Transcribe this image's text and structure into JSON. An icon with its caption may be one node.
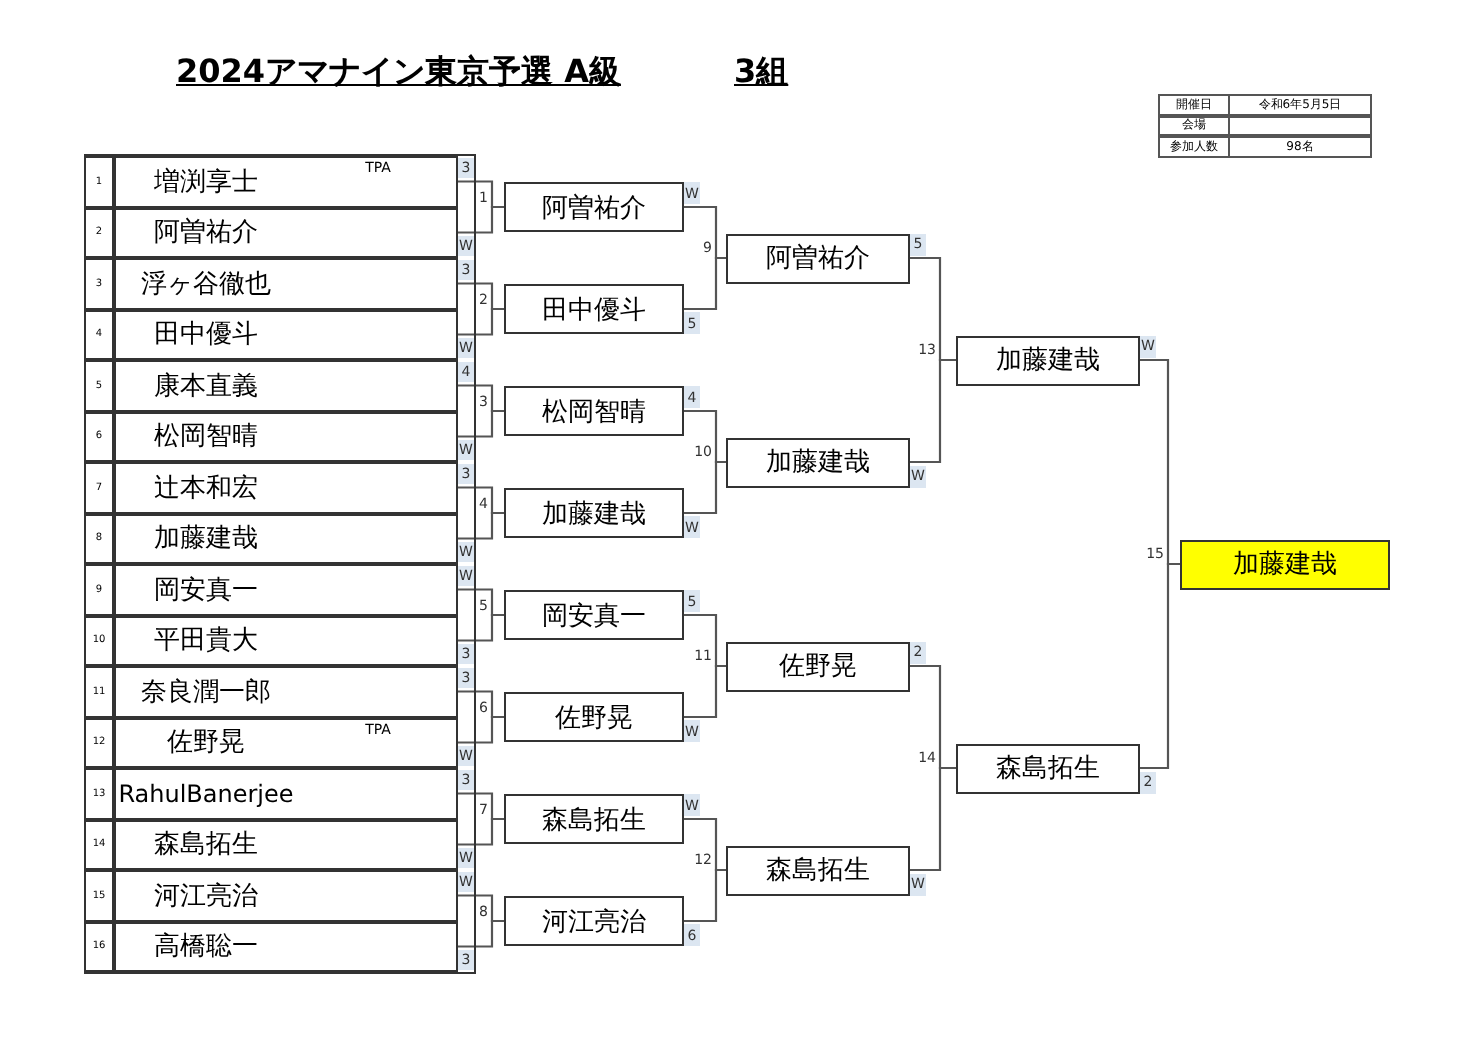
{
  "diagram": {
    "title": "2024アマナイン東京予選 A級",
    "nodes": [
      {
        "text": [
          "増渕享士",
          "TPA"
        ],
        "beside": [
          "1",
          "3"
        ]
      },
      {
        "text": [
          "阿曽祐介"
        ],
        "beside": [
          "2",
          "W"
        ]
      },
      {
        "text": [
          "浮ヶ谷徹也"
        ],
        "beside": [
          "3",
          "3"
        ]
      },
      {
        "text": [
          "田中優斗"
        ],
        "beside": [
          "4",
          "W"
        ]
      },
      {
        "text": [
          "康本直義"
        ],
        "beside": [
          "5",
          "4"
        ]
      },
      {
        "text": [
          "松岡智晴"
        ],
        "beside": [
          "6",
          "W"
        ]
      },
      {
        "text": [
          "辻本和宏"
        ],
        "beside": [
          "7",
          "3"
        ]
      },
      {
        "text": [
          "加藤建哉"
        ],
        "beside": [
          "8",
          "W"
        ]
      },
      {
        "text": [
          "岡安真一"
        ],
        "beside": [
          "9",
          "W"
        ]
      },
      {
        "text": [
          "平田貴大"
        ],
        "beside": [
          "10",
          "3"
        ]
      },
      {
        "text": [
          "奈良潤一郎"
        ],
        "beside": [
          "11",
          "3"
        ]
      },
      {
        "text": [
          "佐野晃",
          "TPA"
        ],
        "beside": [
          "12",
          "W"
        ]
      },
      {
        "text": [
          "RahulBanerjee"
        ],
        "beside": [
          "13",
          "3"
        ]
      },
      {
        "text": [
          "森島拓生"
        ],
        "beside": [
          "14",
          "W"
        ]
      },
      {
        "text": [
          "河江亮治"
        ],
        "beside": [
          "15",
          "W"
        ]
      },
      {
        "text": [
          "高橋聡一"
        ],
        "beside": [
          "16",
          "3"
        ]
      },
      {
        "text": [
          "阿曽祐介"
        ],
        "beside": [
          "1",
          "W"
        ]
      },
      {
        "text": [
          "田中優斗"
        ],
        "beside": [
          "2",
          "5"
        ]
      },
      {
        "text": [
          "松岡智晴"
        ],
        "beside": [
          "3",
          "4"
        ]
      },
      {
        "text": [
          "加藤建哉"
        ],
        "beside": [
          "4",
          "W"
        ]
      },
      {
        "text": [
          "岡安真一"
        ],
        "beside": [
          "5",
          "5"
        ]
      },
      {
        "text": [
          "佐野晃"
        ],
        "beside": [
          "6",
          "W"
        ]
      },
      {
        "text": [
          "森島拓生"
        ],
        "beside": [
          "7",
          "W"
        ]
      },
      {
        "text": [
          "河江亮治"
        ],
        "beside": [
          "8",
          "6"
        ]
      },
      {
        "text": [
          "阿曽祐介"
        ],
        "beside": [
          "9",
          "5"
        ]
      },
      {
        "text": [
          "加藤建哉"
        ],
        "beside": [
          "10",
          "W"
        ]
      },
      {
        "text": [
          "佐野晃"
        ],
        "beside": [
          "11",
          "2"
        ]
      },
      {
        "text": [
          "森島拓生"
        ],
        "beside": [
          "12",
          "W"
        ]
      },
      {
        "text": [
          "加藤建哉"
        ],
        "beside": [
          "13",
          "W"
        ]
      },
      {
        "text": [
          "森島拓生"
        ],
        "beside": [
          "14",
          "2"
        ]
      },
      {
        "text": [
          "加藤建哉"
        ],
        "beside": [
          "15"
        ]
      }
    ],
    "edges": [
      {
        "from": 0,
        "to": 16,
        "arrow": "none"
      },
      {
        "from": 1,
        "to": 16,
        "arrow": "none"
      },
      {
        "from": 2,
        "to": 17,
        "arrow": "none"
      },
      {
        "from": 3,
        "to": 17,
        "arrow": "none"
      },
      {
        "from": 4,
        "to": 18,
        "arrow": "none"
      },
      {
        "from": 5,
        "to": 18,
        "arrow": "none"
      },
      {
        "from": 6,
        "to": 19,
        "arrow": "none"
      },
      {
        "from": 7,
        "to": 19,
        "arrow": "none"
      },
      {
        "from": 8,
        "to": 20,
        "arrow": "none"
      },
      {
        "from": 9,
        "to": 20,
        "arrow": "none"
      },
      {
        "from": 10,
        "to": 21,
        "arrow": "none"
      },
      {
        "from": 11,
        "to": 21,
        "arrow": "none"
      },
      {
        "from": 12,
        "to": 22,
        "arrow": "none"
      },
      {
        "from": 13,
        "to": 22,
        "arrow": "none"
      },
      {
        "from": 14,
        "to": 23,
        "arrow": "none"
      },
      {
        "from": 15,
        "to": 23,
        "arrow": "none"
      },
      {
        "from": 16,
        "to": 24,
        "arrow": "none"
      },
      {
        "from": 17,
        "to": 24,
        "arrow": "none"
      },
      {
        "from": 18,
        "to": 25,
        "arrow": "none"
      },
      {
        "from": 19,
        "to": 25,
        "arrow": "none"
      },
      {
        "from": 20,
        "to": 26,
        "arrow": "none"
      },
      {
        "from": 21,
        "to": 26,
        "arrow": "none"
      },
      {
        "from": 22,
        "to": 27,
        "arrow": "none"
      },
      {
        "from": 23,
        "to": 27,
        "arrow": "none"
      },
      {
        "from": 24,
        "to": 28,
        "arrow": "none"
      },
      {
        "from": 25,
        "to": 28,
        "arrow": "none"
      },
      {
        "from": 26,
        "to": 29,
        "arrow": "none"
      },
      {
        "from": 27,
        "to": 29,
        "arrow": "none"
      },
      {
        "from": 28,
        "to": 30,
        "arrow": "none"
      },
      {
        "from": 29,
        "to": 30,
        "arrow": "none"
      }
    ],
    "labels": [
      "3組",
      "開催日",
      "令和6年5月5日",
      "会場",
      "参加人数",
      "98名"
    ]
  }
}
